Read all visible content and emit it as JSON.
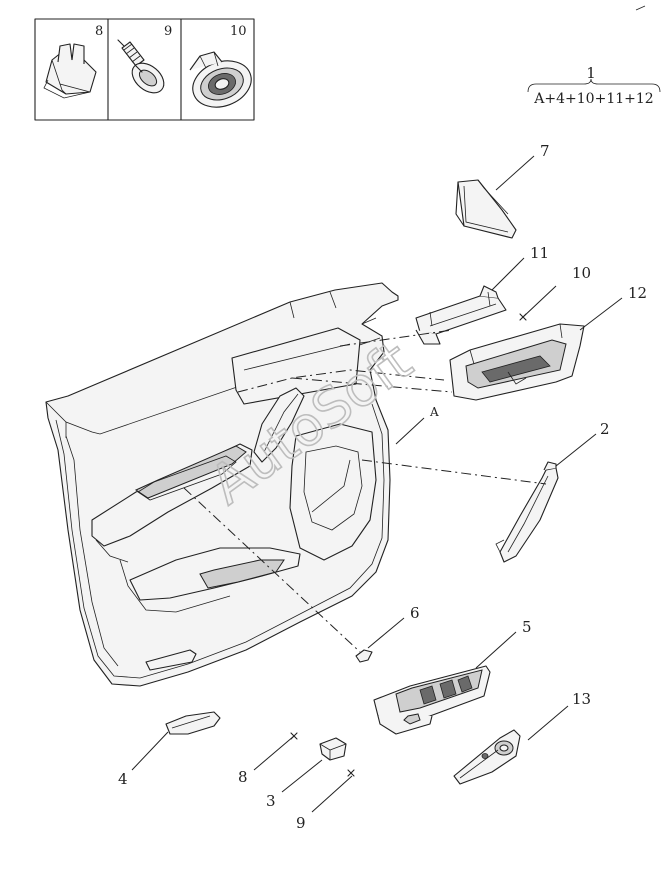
{
  "callouts": {
    "c1": "1",
    "c2": "2",
    "c3": "3",
    "c4": "4",
    "c5": "5",
    "c6": "6",
    "c7": "7",
    "c8": "8",
    "c9": "9",
    "c10": "10",
    "c11": "11",
    "c12": "12",
    "c13": "13",
    "c8_lower": "8",
    "c9_lower": "9"
  },
  "inset": {
    "cell_8": "8",
    "cell_9": "9",
    "cell_10": "10"
  },
  "assembly_formula": "A+4+10+11+12",
  "reference_marker": "A",
  "watermark": "AutoSoft"
}
